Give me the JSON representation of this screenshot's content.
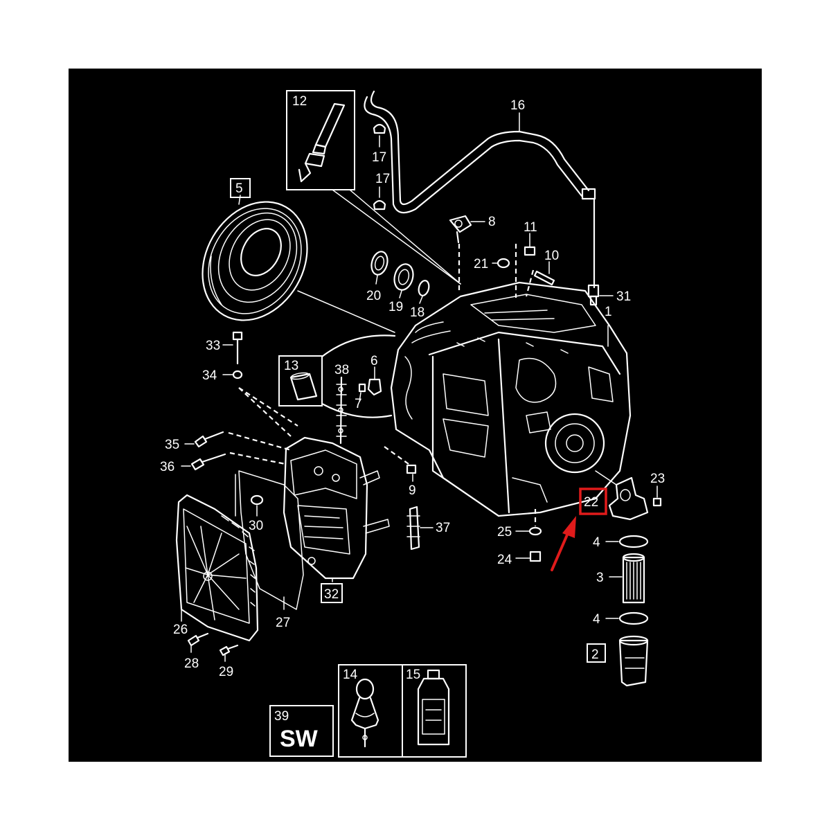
{
  "callouts": {
    "c1": "1",
    "c2": "2",
    "c3": "3",
    "c4a": "4",
    "c4b": "4",
    "c5": "5",
    "c6": "6",
    "c7": "7",
    "c8": "8",
    "c9": "9",
    "c10": "10",
    "c11": "11",
    "c12": "12",
    "c13": "13",
    "c14": "14",
    "c15": "15",
    "c16": "16",
    "c17a": "17",
    "c17b": "17",
    "c18": "18",
    "c19": "19",
    "c20": "20",
    "c21": "21",
    "c22": "22",
    "c23": "23",
    "c24": "24",
    "c25": "25",
    "c26": "26",
    "c27": "27",
    "c28": "28",
    "c29": "29",
    "c30": "30",
    "c31": "31",
    "c32": "32",
    "c33": "33",
    "c34": "34",
    "c35": "35",
    "c36": "36",
    "c37": "37",
    "c38": "38",
    "c39": "39"
  },
  "sw_label": "SW",
  "colors": {
    "background": "#000000",
    "lines": "#ffffff",
    "highlight": "#e01b1b",
    "page": "#ffffff"
  }
}
